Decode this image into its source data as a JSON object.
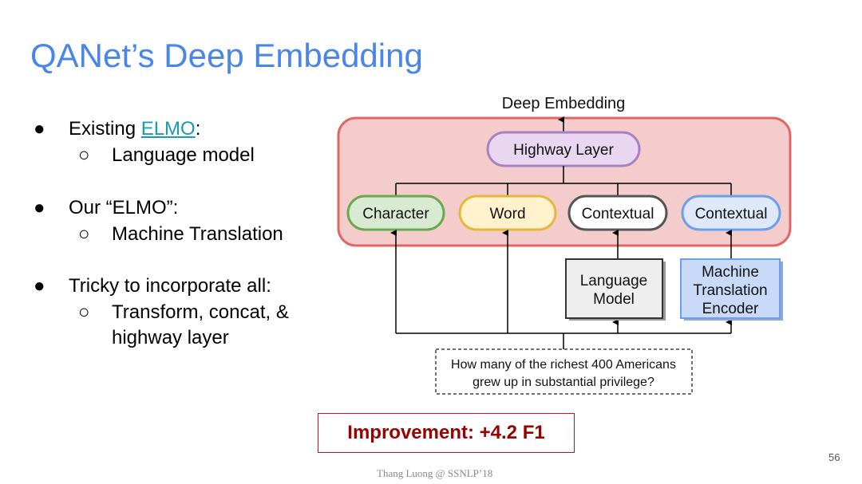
{
  "slide": {
    "title": "QANet’s Deep Embedding",
    "page_number": "56",
    "footer": "Thang Luong @ SSNLP’18"
  },
  "bullets": [
    {
      "prefix": "Existing ",
      "link": "ELMO",
      "suffix": ":",
      "sub": [
        "Language model"
      ]
    },
    {
      "text": "Our “ELMO”:",
      "sub": [
        "Machine Translation"
      ]
    },
    {
      "text": "Tricky to incorporate all:",
      "sub": [
        "Transform, concat, &",
        "highway layer"
      ]
    }
  ],
  "symbols": {
    "bullet": "●",
    "sub_bullet": "○"
  },
  "diagram": {
    "top_label": "Deep Embedding",
    "highway_layer": "Highway Layer",
    "embeddings": [
      "Character",
      "Word",
      "Contextual",
      "Contextual"
    ],
    "language_model": [
      "Language",
      "Model"
    ],
    "mt_encoder": [
      "Machine",
      "Translation",
      "Encoder"
    ],
    "question": [
      "How many of the richest 400 Americans",
      "grew up in substantial privilege?"
    ],
    "colors": {
      "outer_fill": "#f4cccc",
      "outer_stroke": "#e06666",
      "highway_fill": "#e9d6f0",
      "highway_stroke": "#a782c3",
      "character_fill": "#d9ead3",
      "character_stroke": "#6aa84f",
      "word_fill": "#fff2cc",
      "word_stroke": "#e6b83a",
      "contextual1_fill": "#ffffff",
      "contextual1_stroke": "#555555",
      "contextual2_fill": "#dde8f8",
      "contextual2_stroke": "#6d9eeb",
      "lm_fill": "#eeeeee",
      "lm_stroke": "#333333",
      "mt_fill": "#c9daf8",
      "mt_stroke": "#6d9eeb"
    }
  },
  "improvement": "Improvement: +4.2 F1",
  "improvement_color": "#990000"
}
